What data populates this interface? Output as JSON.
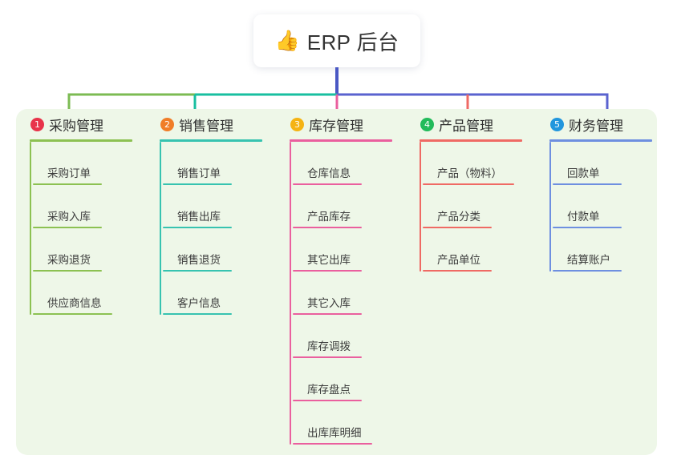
{
  "diagram": {
    "type": "mind-map",
    "root": {
      "icon": "thumbs-up-icon",
      "icon_glyph": "👍",
      "label": "ERP 后台"
    },
    "panel_color": "#eef7e8",
    "root_connector_color": "#4a58c4",
    "trunk_segments": [
      {
        "color": "#7cbb53"
      },
      {
        "color": "#18bfa0"
      },
      {
        "color": "#5a63cf"
      }
    ],
    "branches": [
      {
        "number": "1",
        "title": "采购管理",
        "badge_color": "#e8334a",
        "line_color": "#8cc152",
        "items": [
          "采购订单",
          "采购入库",
          "采购退货",
          "供应商信息"
        ]
      },
      {
        "number": "2",
        "title": "销售管理",
        "badge_color": "#f07d28",
        "line_color": "#37c3b0",
        "items": [
          "销售订单",
          "销售出库",
          "销售退货",
          "客户信息"
        ]
      },
      {
        "number": "3",
        "title": "库存管理",
        "badge_color": "#f5b313",
        "line_color": "#ea5f9e",
        "items": [
          "仓库信息",
          "产品库存",
          "其它出库",
          "其它入库",
          "库存调拨",
          "库存盘点",
          "出库库明细"
        ]
      },
      {
        "number": "4",
        "title": "产品管理",
        "badge_color": "#22bb5b",
        "line_color": "#ef6a64",
        "items": [
          "产品（物料）",
          "产品分类",
          "产品单位"
        ]
      },
      {
        "number": "5",
        "title": "财务管理",
        "badge_color": "#2196dd",
        "line_color": "#6e8fe0",
        "items": [
          "回款单",
          "付款单",
          "结算账户"
        ]
      }
    ]
  }
}
